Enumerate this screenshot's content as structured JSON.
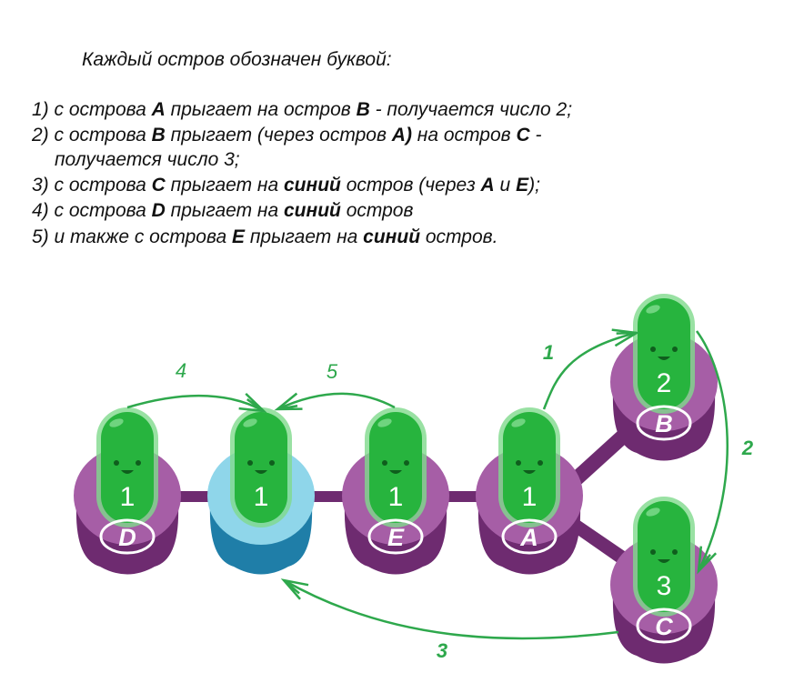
{
  "heading": "Каждый остров обозначен буквой:",
  "rules": [
    [
      {
        "t": "1) с острова "
      },
      {
        "t": "A",
        "b": true
      },
      {
        "t": " прыгает на остров "
      },
      {
        "t": "B",
        "b": true
      },
      {
        "t": " - получается число 2;"
      }
    ],
    [
      {
        "t": "2) с острова "
      },
      {
        "t": "B",
        "b": true
      },
      {
        "t": " прыгает (через остров "
      },
      {
        "t": "A)",
        "b": true
      },
      {
        "t": " на остров "
      },
      {
        "t": "C",
        "b": true
      },
      {
        "t": " -"
      }
    ],
    [
      {
        "t": "получается число 3;"
      }
    ],
    [
      {
        "t": "3) с острова "
      },
      {
        "t": "C",
        "b": true
      },
      {
        "t": " прыгает на "
      },
      {
        "t": "синий",
        "b": true
      },
      {
        "t": " остров (через "
      },
      {
        "t": "A",
        "b": true
      },
      {
        "t": " и "
      },
      {
        "t": "E",
        "b": true
      },
      {
        "t": ");"
      }
    ],
    [
      {
        "t": "4) с острова "
      },
      {
        "t": "D",
        "b": true
      },
      {
        "t": " прыгает на "
      },
      {
        "t": "синий",
        "b": true
      },
      {
        "t": " остров"
      }
    ],
    [
      {
        "t": "5) и также с острова "
      },
      {
        "t": "E",
        "b": true
      },
      {
        "t": " прыгает на "
      },
      {
        "t": "синий",
        "b": true
      },
      {
        "t": " остров."
      }
    ]
  ],
  "islands": [
    {
      "id": "D",
      "letter": "D",
      "number": "1",
      "color": "purple"
    },
    {
      "id": "blue",
      "letter": "",
      "number": "1",
      "color": "blue"
    },
    {
      "id": "E",
      "letter": "E",
      "number": "1",
      "color": "purple"
    },
    {
      "id": "A",
      "letter": "A",
      "number": "1",
      "color": "purple"
    },
    {
      "id": "B",
      "letter": "B",
      "number": "2",
      "color": "purple"
    },
    {
      "id": "C",
      "letter": "C",
      "number": "3",
      "color": "purple"
    }
  ],
  "jumps": [
    {
      "label": "1",
      "from": "A",
      "to": "B"
    },
    {
      "label": "2",
      "from": "B",
      "to": "C"
    },
    {
      "label": "3",
      "from": "C",
      "to": "blue"
    },
    {
      "label": "4",
      "from": "D",
      "to": "blue"
    },
    {
      "label": "5",
      "from": "E",
      "to": "blue"
    }
  ],
  "colors": {
    "purple_top": "#a65ea6",
    "purple_bottom": "#6e2b70",
    "blue_top": "#8fd6ea",
    "blue_bottom": "#1f7ea8",
    "pill": "#27b43e",
    "pill_glow": "#7fd98c",
    "arrow": "#2ea84c",
    "label": "#ffffff"
  }
}
